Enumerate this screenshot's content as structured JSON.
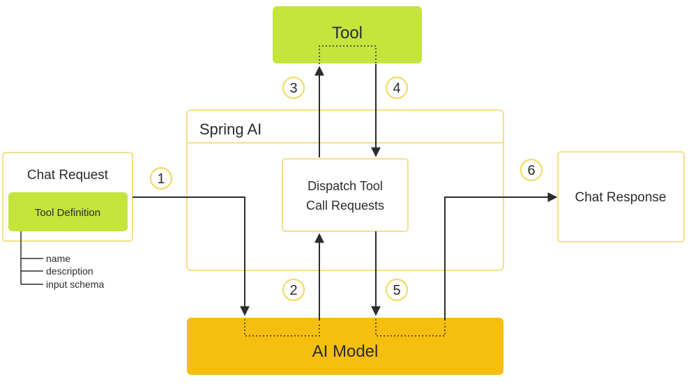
{
  "nodes": {
    "tool": "Tool",
    "spring_ai": "Spring AI",
    "dispatch_line1": "Dispatch Tool",
    "dispatch_line2": "Call Requests",
    "chat_request": "Chat Request",
    "tool_definition": "Tool Definition",
    "chat_response": "Chat Response",
    "ai_model": "AI Model"
  },
  "tool_definition_fields": [
    "name",
    "description",
    "input schema"
  ],
  "steps": [
    "1",
    "2",
    "3",
    "4",
    "5",
    "6"
  ],
  "colors": {
    "tool_fill": "#c5e43c",
    "ai_model_fill": "#f6bf10",
    "outline": "#f2e08a",
    "arrow": "#2b2b2b"
  }
}
